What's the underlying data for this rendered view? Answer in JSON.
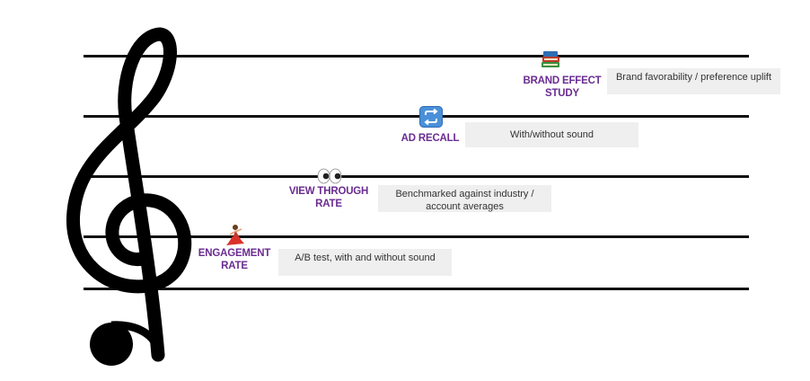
{
  "staff": {
    "lines": 5,
    "line_color": "#111111",
    "clef": "treble-clef"
  },
  "metrics": [
    {
      "icon": "books-icon",
      "label_line1": "BRAND EFFECT",
      "label_line2": "STUDY",
      "description": "Brand favorability / preference uplift"
    },
    {
      "icon": "repeat-icon",
      "label_line1": "AD RECALL",
      "label_line2": "",
      "description": "With/without sound"
    },
    {
      "icon": "eyes-icon",
      "label_line1": "VIEW THROUGH",
      "label_line2": "RATE",
      "description": "Benchmarked against industry / account averages"
    },
    {
      "icon": "dancer-icon",
      "label_line1": "ENGAGEMENT",
      "label_line2": "RATE",
      "description": "A/B test, with and without sound"
    }
  ],
  "colors": {
    "label": "#6a2c91",
    "box_bg": "#efefef",
    "box_text": "#333333"
  }
}
